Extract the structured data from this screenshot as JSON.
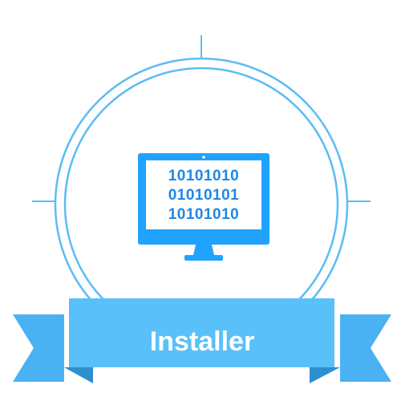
{
  "badge": {
    "title": "Installer",
    "screen_lines": [
      "10101010",
      "01010101",
      "10101010"
    ],
    "icon": "computer-monitor-icon",
    "colors": {
      "ring": "#5bbcf5",
      "monitor": "#1fa3ff",
      "screen": "#ffffff",
      "binary_text": "#1e88e5",
      "ribbon_front": "#5ac0fa",
      "ribbon_tail": "#4ab2f2",
      "ribbon_fold": "#2c8fd0",
      "ribbon_text": "#ffffff"
    }
  }
}
